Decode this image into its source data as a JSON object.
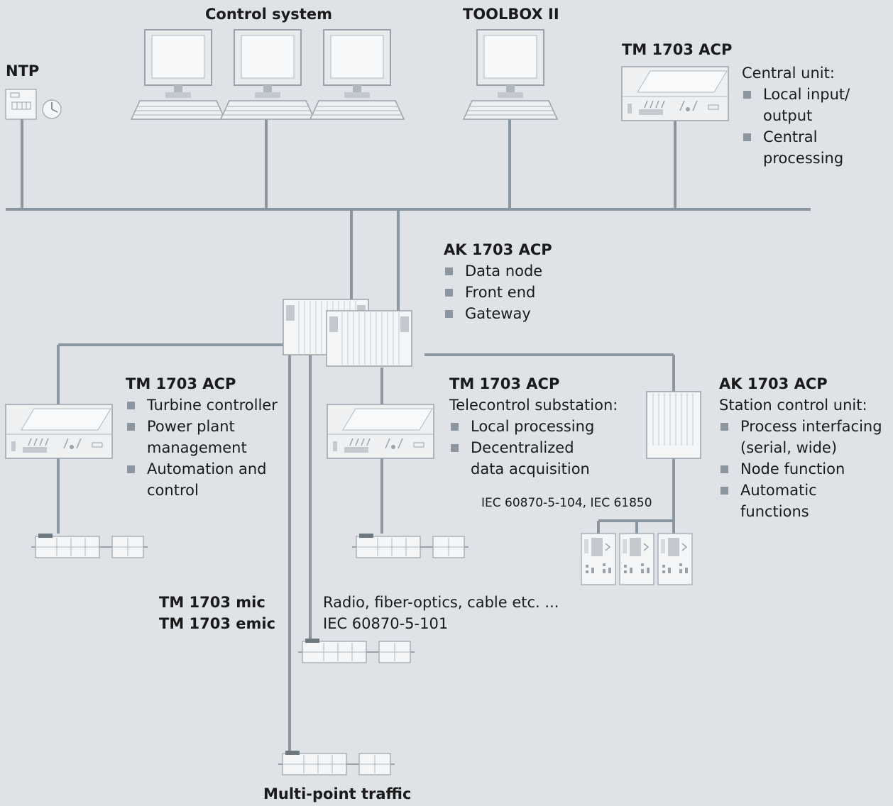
{
  "labels": {
    "control_system": "Control system",
    "toolbox": "TOOLBOX II",
    "ntp": "NTP",
    "tm_acp_top": "TM 1703 ACP",
    "central_unit": "Central unit:",
    "central_items": [
      "Local input/ output",
      "Central processing"
    ],
    "ak_acp_center": "AK 1703 ACP",
    "ak_center_items": [
      "Data node",
      "Front end",
      "Gateway"
    ],
    "tm_acp_left": "TM 1703 ACP",
    "left_items": [
      "Turbine controller",
      "Power plant management",
      "Automation and control"
    ],
    "tm_acp_mid": "TM 1703 ACP",
    "telecontrol": "Telecontrol substation:",
    "mid_items": [
      "Local processing",
      "Decentralized data acquisition"
    ],
    "ak_acp_right": "AK 1703 ACP",
    "station_control": "Station control unit:",
    "right_items": [
      "Process interfacing (serial, wide)",
      "Node function",
      "Automatic functions"
    ],
    "iec_104": "IEC 60870-5-104, IEC 61850",
    "tm_mic": "TM 1703 mic",
    "tm_emic": "TM 1703 emic",
    "radio": "Radio, fiber-optics, cable etc. ...",
    "iec_101": "IEC 60870-5-101",
    "multipoint": "Multi-point traffic"
  },
  "colors": {
    "background": "#dfe3e7",
    "line": "#8b96a0",
    "device": "#f4f5f6",
    "device_stroke": "#9aa3ab"
  },
  "icons": [
    "monitor-icon",
    "ntp-clock-icon",
    "rack-unit-icon",
    "rack-cabinet-icon",
    "din-rail-module-icon",
    "protection-relay-icon"
  ]
}
